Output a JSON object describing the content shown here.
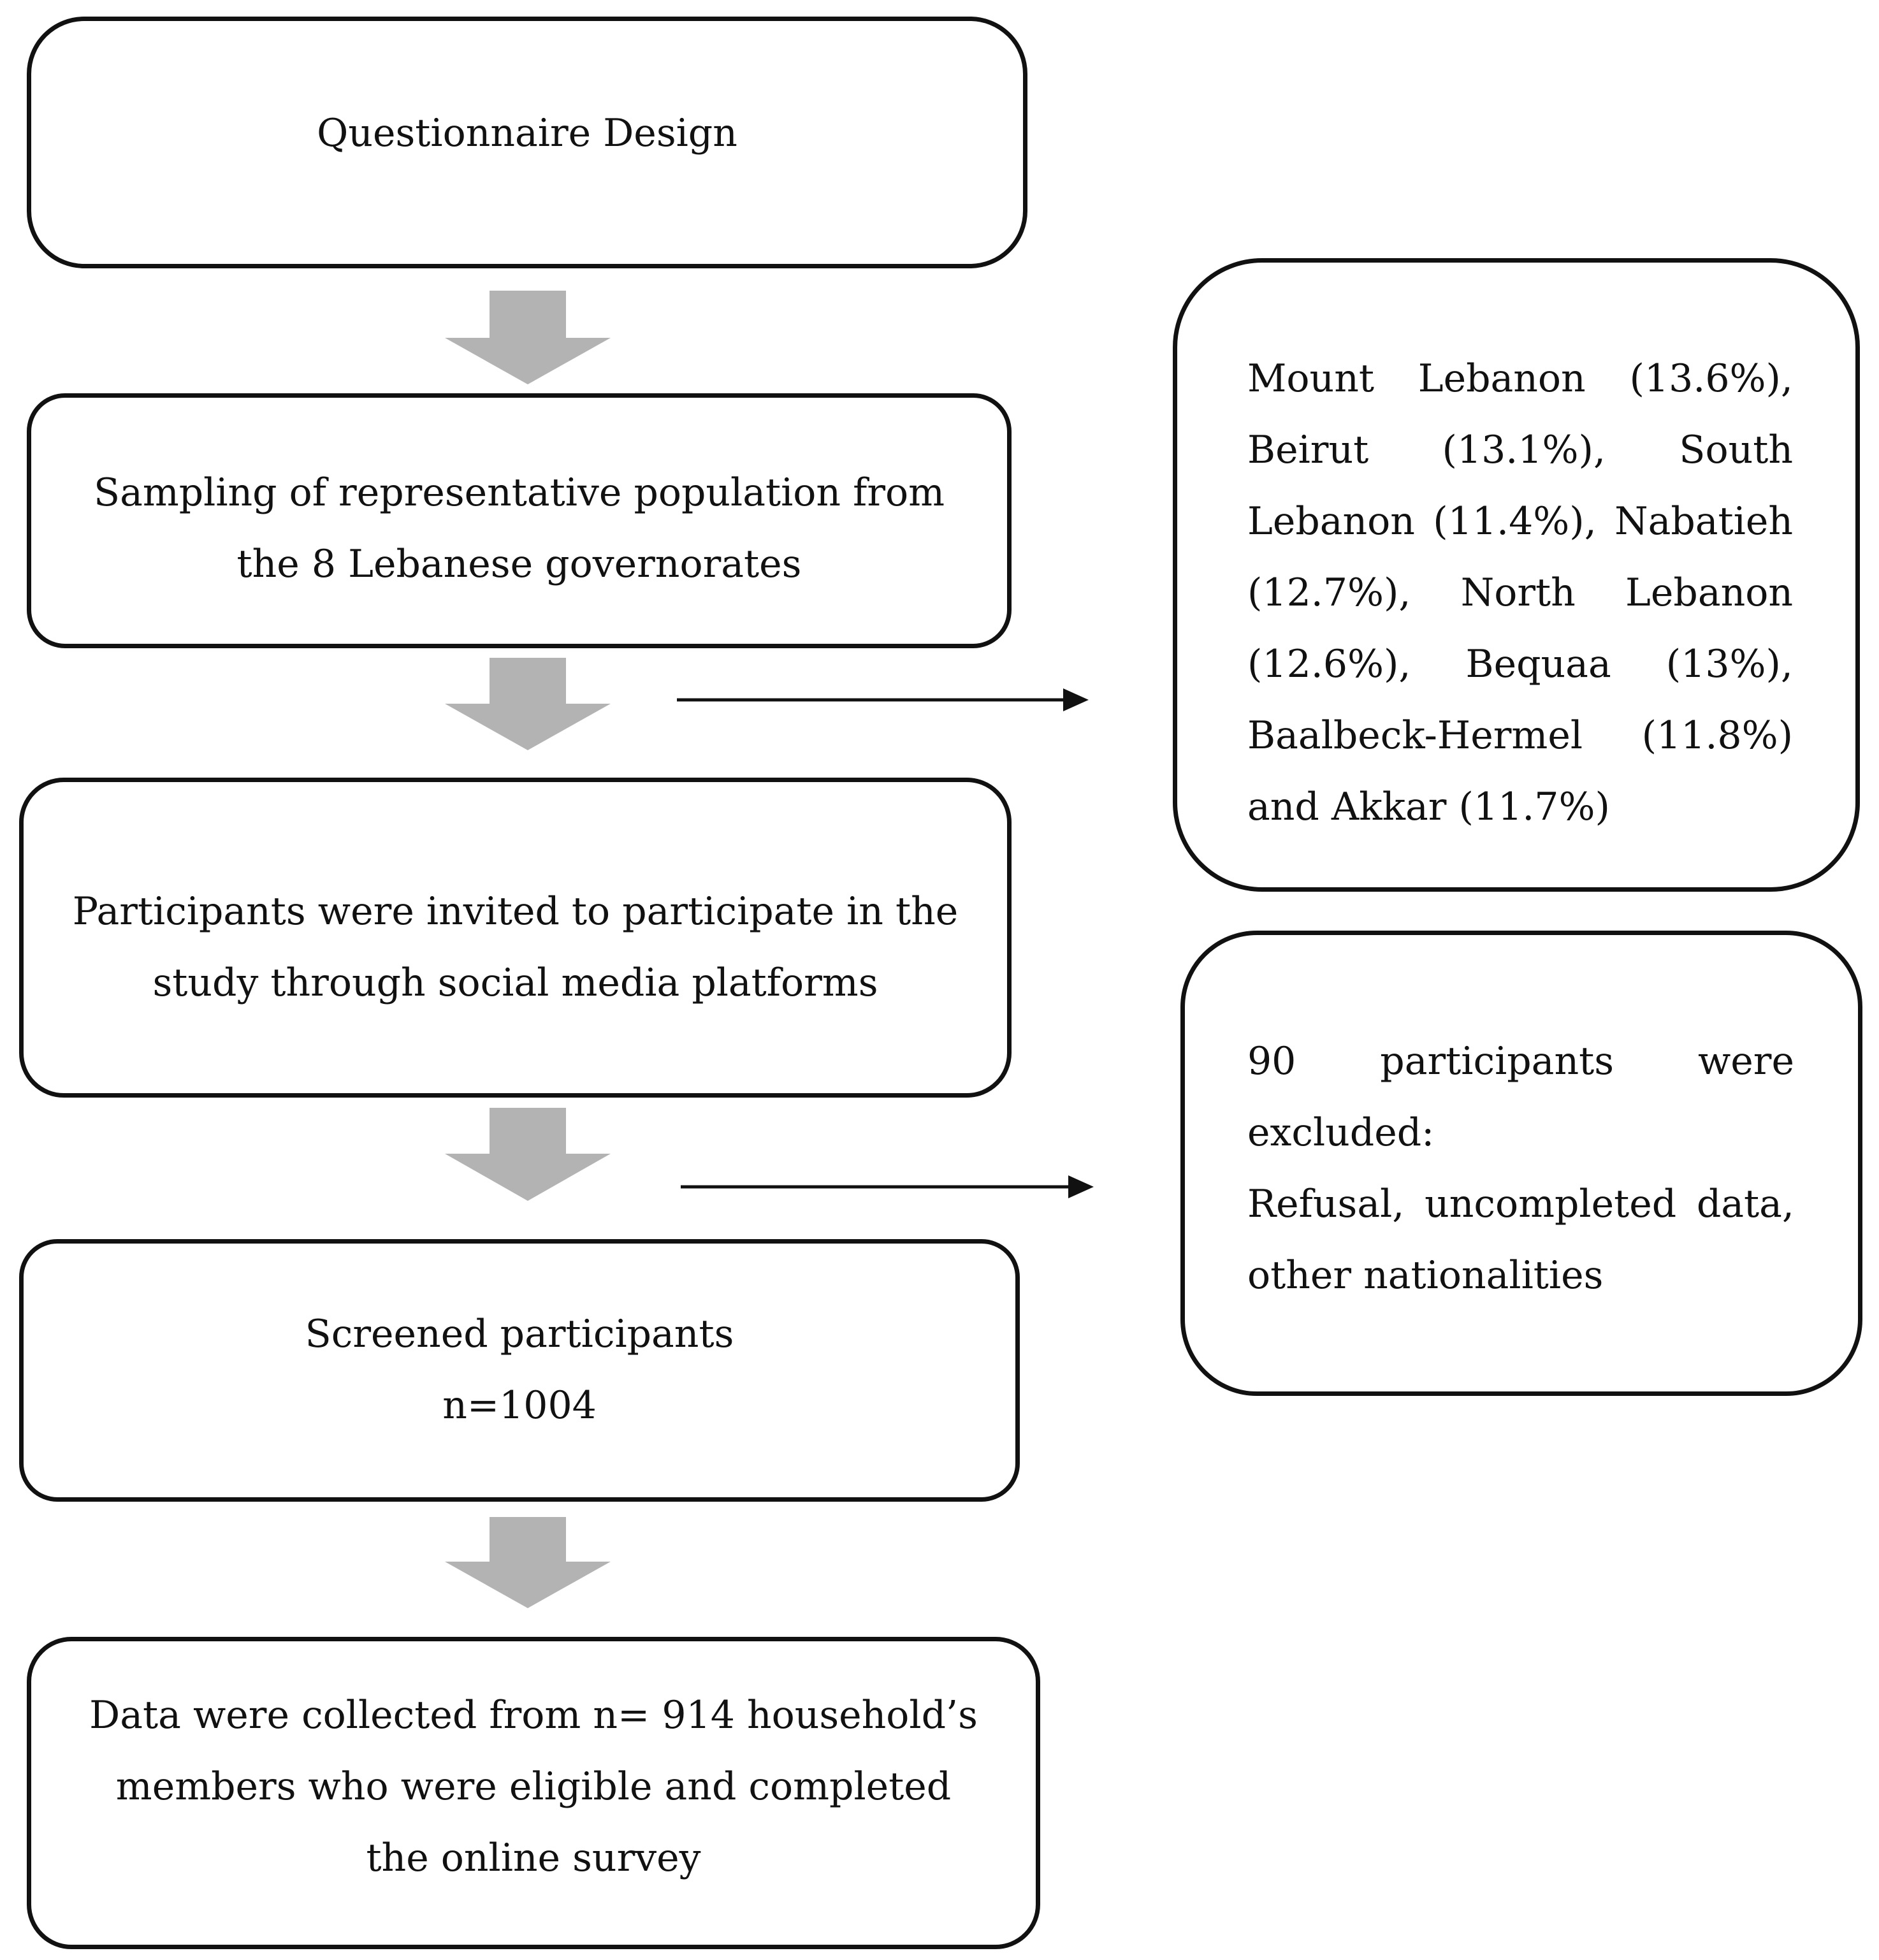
{
  "steps": [
    {
      "id": "questionnaire",
      "lines": [
        "Questionnaire Design"
      ]
    },
    {
      "id": "sampling",
      "lines": [
        "Sampling of representative population from",
        "the 8 Lebanese governorates"
      ]
    },
    {
      "id": "invitation",
      "lines": [
        "Participants were invited to participate in the",
        "study through social media platforms"
      ]
    },
    {
      "id": "screened",
      "lines": [
        "Screened participants",
        "n=1004"
      ]
    },
    {
      "id": "data-collected",
      "lines": [
        "Data were collected from n= 914  household’s",
        "members who were eligible and completed",
        "the online survey"
      ]
    }
  ],
  "side_boxes": {
    "governorates": {
      "lines": [
        "Mount Lebanon (13.6%),",
        "Beirut (13.1%), South",
        "Lebanon (11.4%), Nabatieh",
        "(12.7%), North Lebanon",
        "(12.6%), Bequaa (13%),",
        "Baalbeck-Hermel (11.8%)",
        "and Akkar (11.7%)"
      ]
    },
    "exclusions": {
      "lines": [
        "90 participants were",
        "excluded:",
        "Refusal, uncompleted data,",
        "other nationalities"
      ]
    }
  },
  "colors": {
    "border": "#111111",
    "flow_arrow": "#b3b3b3",
    "pointer_arrow": "#111111"
  }
}
